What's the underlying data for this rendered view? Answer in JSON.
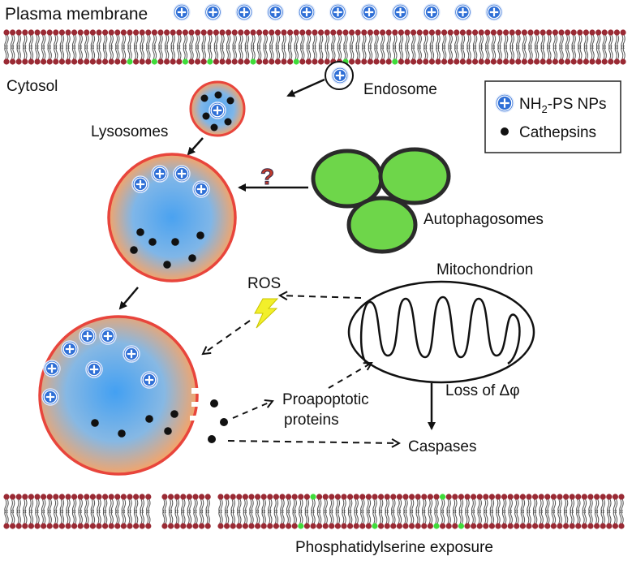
{
  "labels": {
    "plasma_membrane": "Plasma membrane",
    "cytosol": "Cytosol",
    "endosome": "Endosome",
    "lysosomes": "Lysosomes",
    "autophagosomes": "Autophagosomes",
    "mitochondrion": "Mitochondrion",
    "ros": "ROS",
    "proapoptotic_line1": "Proapoptotic",
    "proapoptotic_line2": "proteins",
    "loss_of_potential": "Loss of Δφ",
    "caspases": "Caspases",
    "ps_exposure": "Phosphatidylserine exposure",
    "question_mark": "?"
  },
  "legend": {
    "np_prefix": "NH",
    "np_subscript": "2",
    "np_suffix": "-PS NPs",
    "cathepsins": "Cathepsins"
  },
  "colors": {
    "lysosome_border": "#e8453c",
    "lysosome_inner": "#5aa9ee",
    "lysosome_outer": "#f4a06a",
    "np_blue": "#2f6fd6",
    "autophagosome_green": "#6ed64a",
    "membrane_head": "#9a2a34",
    "membrane_ps_head": "#3fdc3a",
    "ros_bolt": "#f2ef2a",
    "question_red": "#c0392b"
  },
  "icons": {
    "nanoparticle": "plus-circle-icon",
    "cathepsin": "black-dot-icon",
    "ros": "lightning-bolt-icon"
  }
}
